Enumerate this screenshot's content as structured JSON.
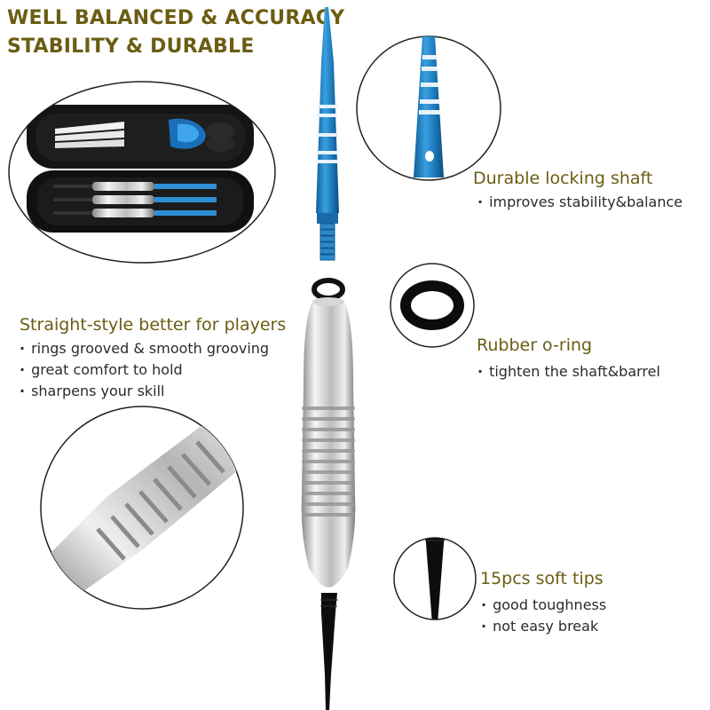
{
  "headline": {
    "line1": "WELL BALANCED & ACCURACY",
    "line2": "STABILITY & DURABLE"
  },
  "features": {
    "shaft": {
      "title": "Durable locking shaft",
      "points": [
        "improves stability&balance"
      ]
    },
    "barrel": {
      "title": "Straight-style better for players",
      "points": [
        "rings grooved & smooth grooving",
        "great comfort to hold",
        "sharpens your skill"
      ]
    },
    "oring": {
      "title": "Rubber o-ring",
      "points": [
        "tighten the shaft&barrel"
      ]
    },
    "tips": {
      "title": "15pcs soft tips",
      "points": [
        "good toughness",
        "not easy break"
      ]
    }
  },
  "colors": {
    "title_text": "#6b5d12",
    "body_text": "#2b2b2b",
    "shaft_blue": "#1f7fc4",
    "barrel_silver": "#c9c9c9",
    "tip_black": "#111111"
  },
  "icons": [
    "dart-case-image",
    "shaft-image",
    "o-ring-image",
    "barrel-image",
    "soft-tip-image"
  ]
}
